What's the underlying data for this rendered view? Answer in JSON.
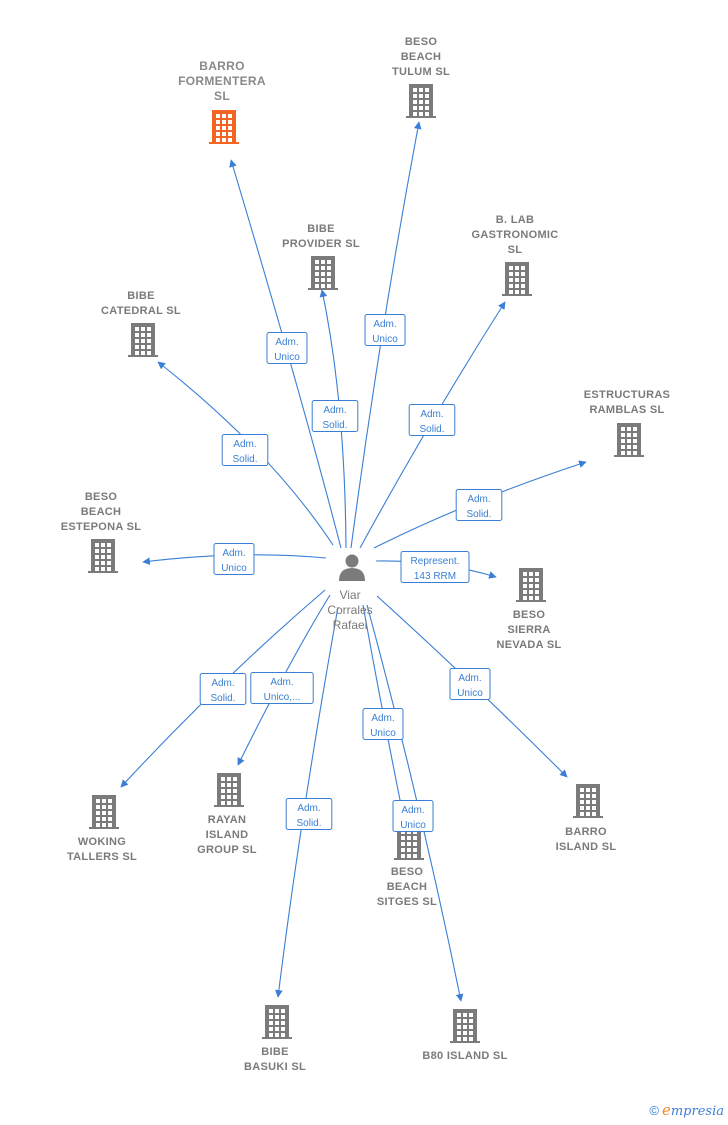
{
  "center": {
    "label_lines": [
      "Viar",
      "Corrales",
      "Rafael"
    ],
    "icon": "person-icon"
  },
  "companies": [
    {
      "id": "barro-formentera",
      "label_lines": [
        "BARRO",
        "FORMENTERA",
        "SL"
      ],
      "highlight": true,
      "color": "#f26522"
    },
    {
      "id": "beso-beach-tulum",
      "label_lines": [
        "BESO",
        "BEACH",
        "TULUM  SL"
      ],
      "highlight": false
    },
    {
      "id": "bibe-provider",
      "label_lines": [
        "BIBE",
        "PROVIDER  SL"
      ],
      "highlight": false
    },
    {
      "id": "b-lab-gastronomic",
      "label_lines": [
        "B.  LAB",
        "GASTRONOMIC",
        "SL"
      ],
      "highlight": false
    },
    {
      "id": "bibe-catedral",
      "label_lines": [
        "BIBE",
        "CATEDRAL  SL"
      ],
      "highlight": false
    },
    {
      "id": "estructuras-ramblas",
      "label_lines": [
        "ESTRUCTURAS",
        "RAMBLAS  SL"
      ],
      "highlight": false
    },
    {
      "id": "beso-beach-estepona",
      "label_lines": [
        "BESO",
        "BEACH",
        "ESTEPONA  SL"
      ],
      "highlight": false
    },
    {
      "id": "beso-sierra-nevada",
      "label_lines": [
        "BESO",
        "SIERRA",
        "NEVADA  SL"
      ],
      "highlight": false
    },
    {
      "id": "woking-tallers",
      "label_lines": [
        "WOKING",
        "TALLERS  SL"
      ],
      "highlight": false
    },
    {
      "id": "rayan-island-group",
      "label_lines": [
        "RAYAN",
        "ISLAND",
        "GROUP  SL"
      ],
      "highlight": false
    },
    {
      "id": "beso-beach-sitges",
      "label_lines": [
        "BESO",
        "BEACH",
        "SITGES  SL"
      ],
      "highlight": false
    },
    {
      "id": "barro-island",
      "label_lines": [
        "BARRO",
        "ISLAND  SL"
      ],
      "highlight": false
    },
    {
      "id": "bibe-basuki",
      "label_lines": [
        "BIBE",
        "BASUKI  SL"
      ],
      "highlight": false
    },
    {
      "id": "b80-island",
      "label_lines": [
        "B80 ISLAND  SL"
      ],
      "highlight": false
    }
  ],
  "relations": [
    {
      "to": "barro-formentera",
      "label_lines": [
        "Adm.",
        "Unico"
      ]
    },
    {
      "to": "beso-beach-tulum",
      "label_lines": [
        "Adm.",
        "Unico"
      ]
    },
    {
      "to": "bibe-provider",
      "label_lines": [
        "Adm.",
        "Solid."
      ]
    },
    {
      "to": "b-lab-gastronomic",
      "label_lines": [
        "Adm.",
        "Solid."
      ]
    },
    {
      "to": "bibe-catedral",
      "label_lines": [
        "Adm.",
        "Solid."
      ]
    },
    {
      "to": "estructuras-ramblas",
      "label_lines": [
        "Adm.",
        "Solid."
      ]
    },
    {
      "to": "beso-beach-estepona",
      "label_lines": [
        "Adm.",
        "Unico"
      ]
    },
    {
      "to": "beso-sierra-nevada",
      "label_lines": [
        "Represent.",
        "143 RRM"
      ]
    },
    {
      "to": "woking-tallers",
      "label_lines": [
        "Adm.",
        "Solid."
      ]
    },
    {
      "to": "rayan-island-group",
      "label_lines": [
        "Adm.",
        "Unico,..."
      ]
    },
    {
      "to": "beso-beach-sitges",
      "label_lines": [
        "Adm.",
        "Unico"
      ]
    },
    {
      "to": "b80-island",
      "label_lines": [
        "Adm.",
        "Unico"
      ]
    },
    {
      "to": "barro-island",
      "label_lines": [
        "Adm.",
        "Unico"
      ]
    },
    {
      "to": "bibe-basuki",
      "label_lines": [
        "Adm.",
        "Solid."
      ]
    }
  ],
  "footer": {
    "copyright": "©",
    "brand_first": "e",
    "brand_rest": "mpresia"
  },
  "colors": {
    "edge": "#3a7fd5",
    "building": "#7b7b7b",
    "highlight": "#f26522",
    "label": "#7a7a7a"
  }
}
